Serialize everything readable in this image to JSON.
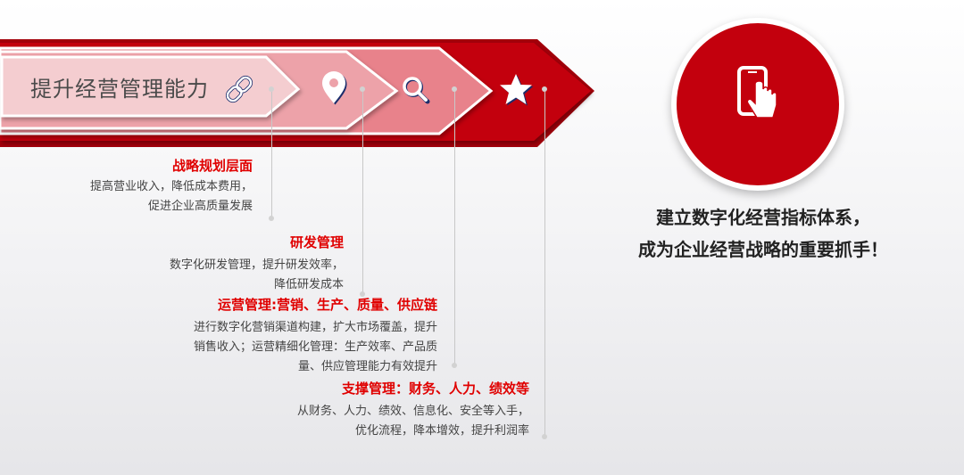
{
  "arrow": {
    "title": "提升经营管理能力",
    "icons": [
      "link-icon",
      "location-pin-icon",
      "search-icon",
      "star-icon"
    ]
  },
  "colors": {
    "red": "#c3000d",
    "dark_red": "#a3000a",
    "pink": "#e8828b",
    "light_pink": "#f2c3c7",
    "heading_red": "#e00000"
  },
  "sections": [
    {
      "heading": "战略规划层面",
      "lines": [
        "提高营业收入，降低成本费用，",
        "促进企业高质量发展"
      ]
    },
    {
      "heading": "研发管理",
      "lines": [
        "数字化研发管理，提升研发效率，",
        "降低研发成本"
      ]
    },
    {
      "heading": "运营管理:营销、生产、质量、供应链",
      "lines": [
        "进行数字化营销渠道构建，扩大市场覆盖，提升",
        "销售收入；运营精细化管理：生产效率、产品质",
        "量、供应管理能力有效提升"
      ]
    },
    {
      "heading": "支撑管理：财务、人力、绩效等",
      "lines": [
        "从财务、人力、绩效、信息化、安全等入手，",
        "优化流程，降本增效，提升利润率"
      ]
    }
  ],
  "right": {
    "icon": "mobile-touch-icon",
    "line1": "建立数字化经营指标体系，",
    "line2": "成为企业经营战略的重要抓手！"
  }
}
